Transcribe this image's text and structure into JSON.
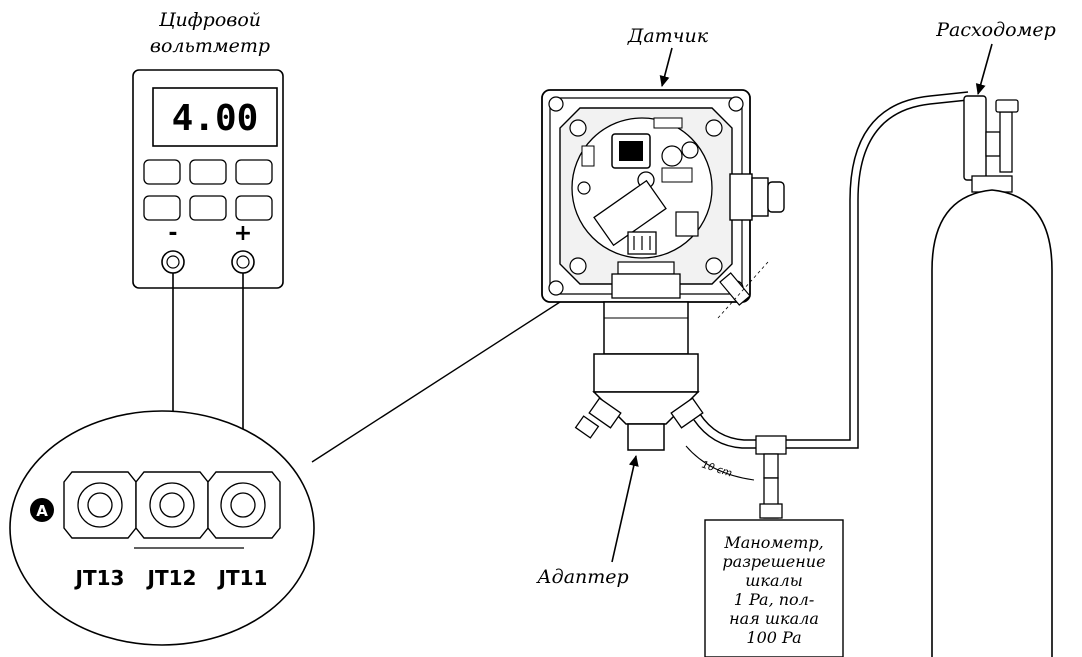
{
  "labels": {
    "voltmeter_line1": "Цифровой",
    "voltmeter_line2": "вольтметр",
    "sensor": "Датчик",
    "flowmeter": "Расходомер",
    "adapter": "Адаптер",
    "manometer": [
      "Манометр,",
      "разрешение",
      "шкалы",
      "1 Pa, пол-",
      "ная шкала",
      "100 Pa"
    ],
    "distance": "10 cm"
  },
  "voltmeter": {
    "reading": "4.00",
    "minus": "-",
    "plus": "+"
  },
  "terminals": {
    "marker": "A",
    "names": [
      "JT13",
      "JT12",
      "JT11"
    ]
  },
  "colors": {
    "line": "#000000",
    "background": "#ffffff",
    "sensor_fill": "#f2f2f2"
  }
}
